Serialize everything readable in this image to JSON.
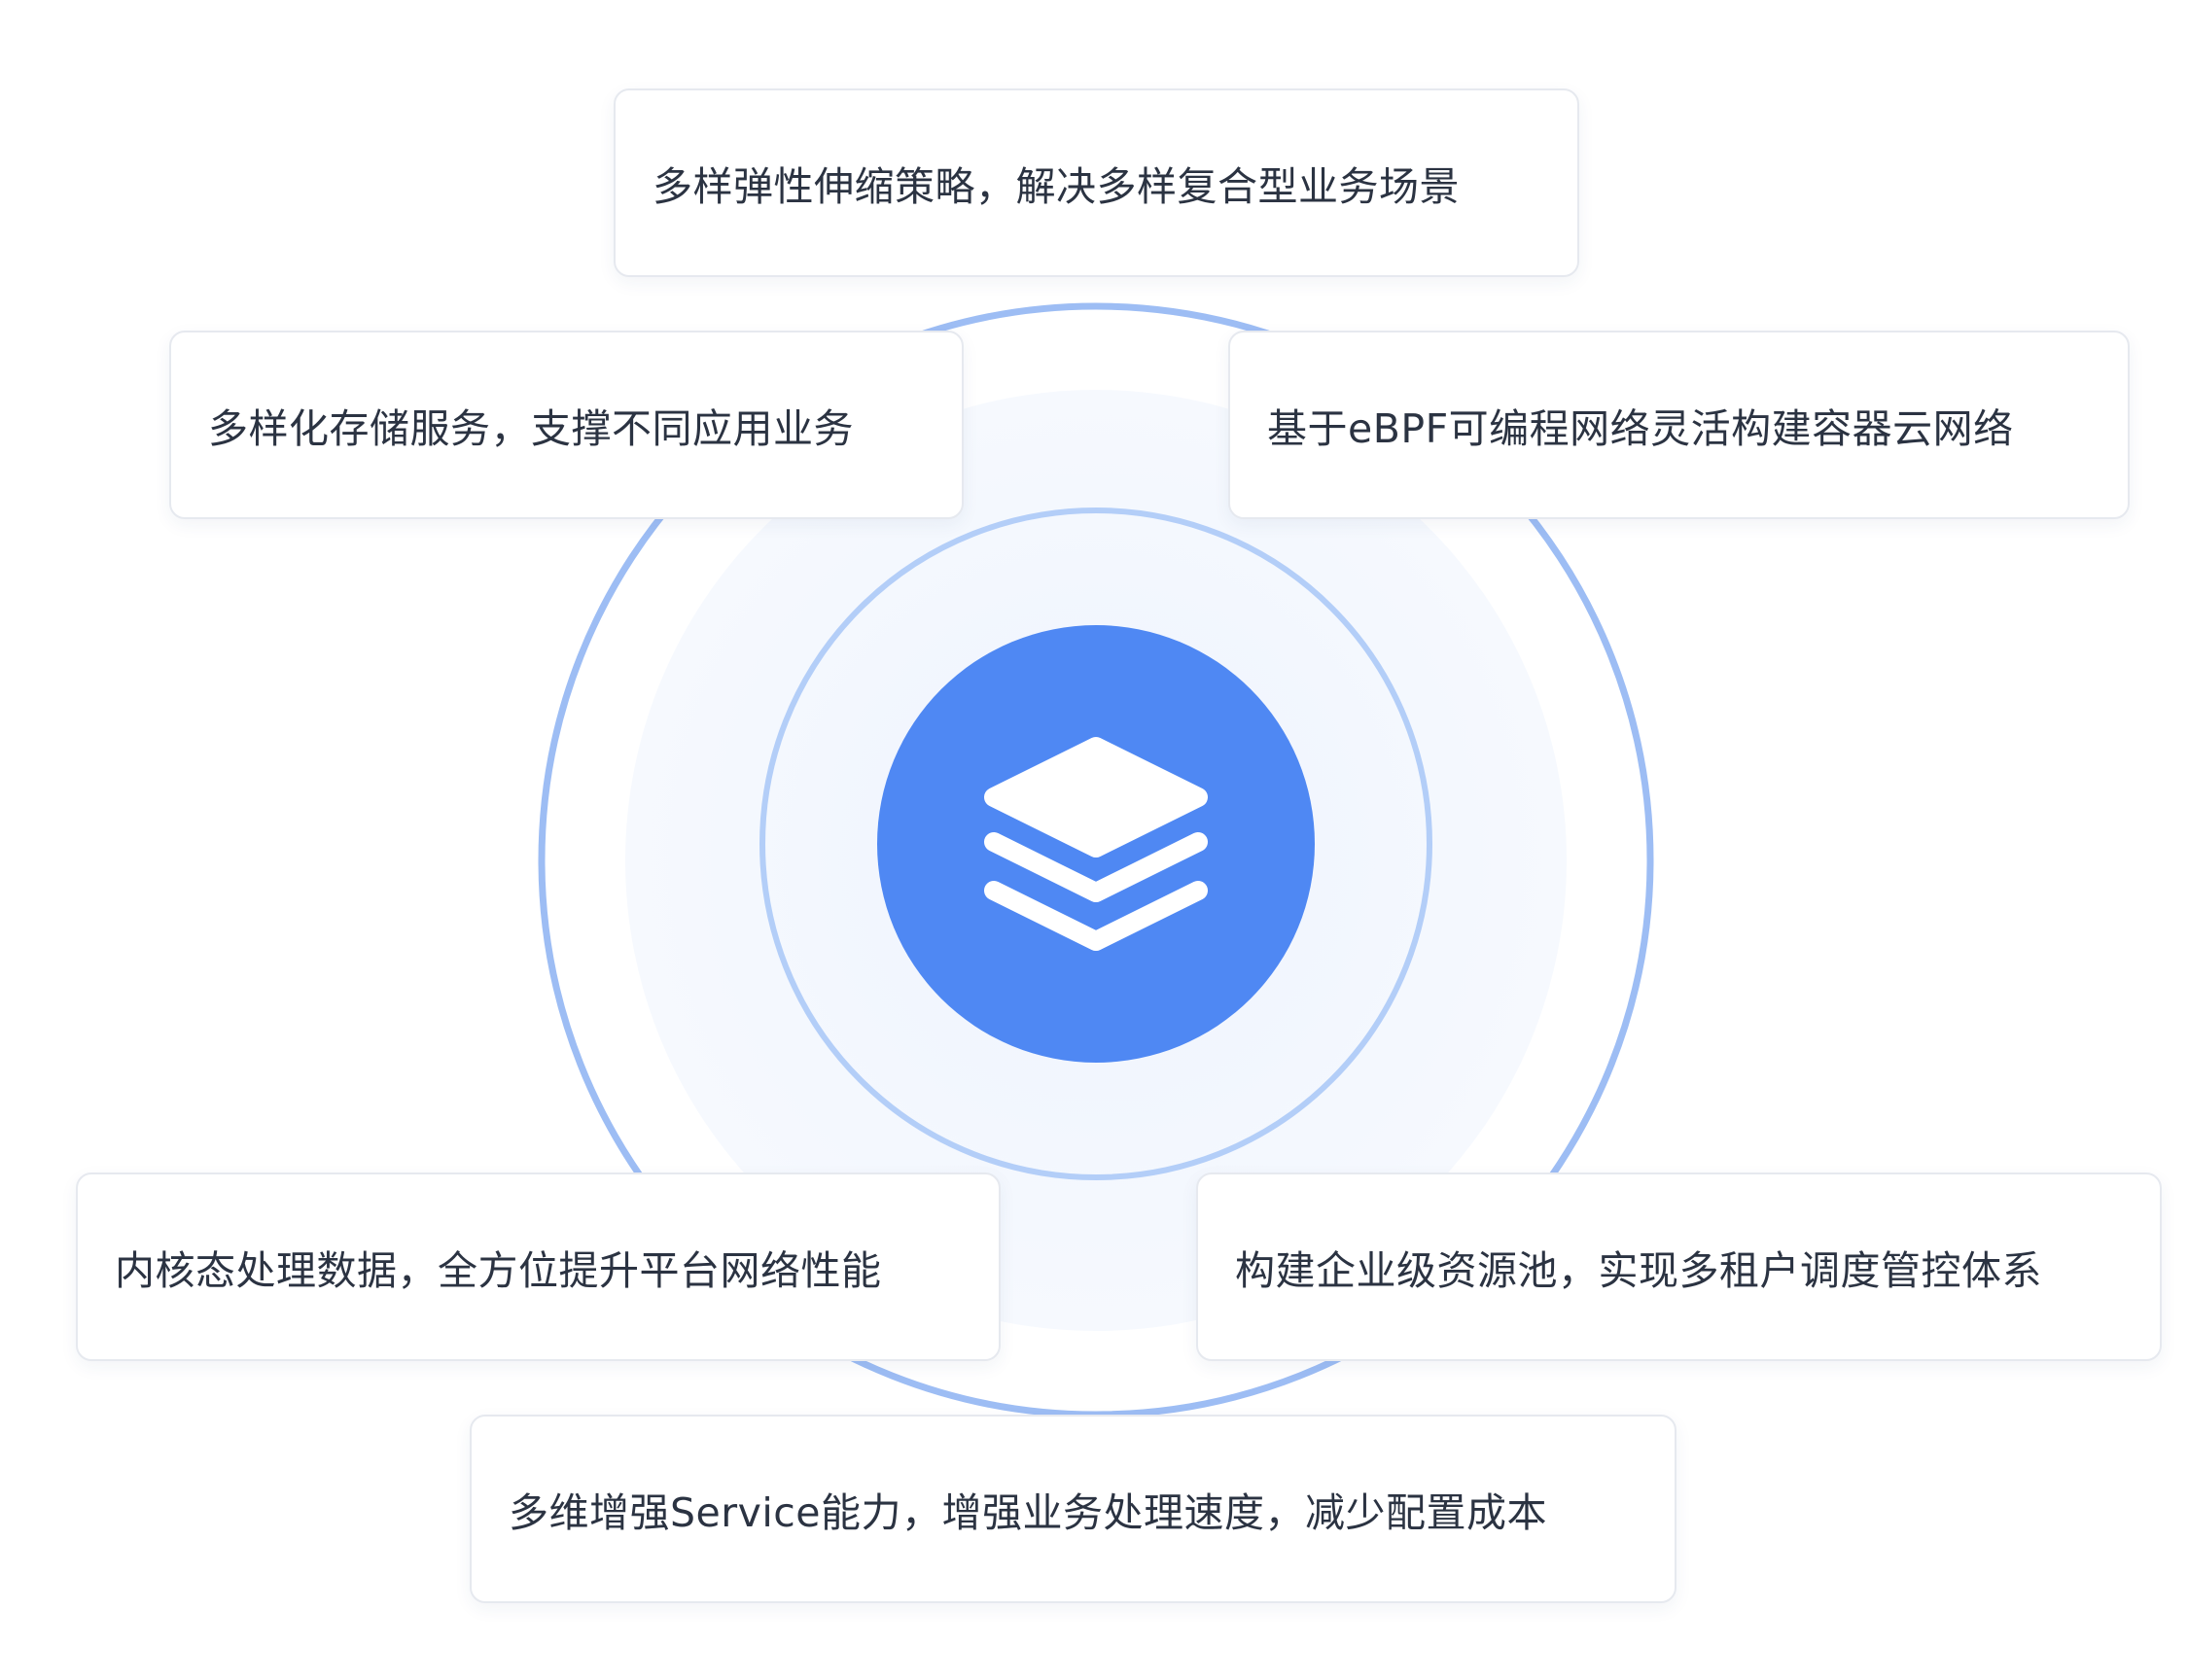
{
  "center": {
    "icon": "layers-icon",
    "accent_color": "#4f88f3",
    "ring_color": "#a9c6f7",
    "halo_color": "#f4f8fe"
  },
  "features": [
    {
      "text": "多样弹性伸缩策略，解决多样复合型业务场景"
    },
    {
      "text": "多样化存储服务，支撑不同应用业务"
    },
    {
      "text": "基于eBPF可编程网络灵活构建容器云网络"
    },
    {
      "text": "内核态处理数据，全方位提升平台网络性能"
    },
    {
      "text": "构建企业级资源池，实现多租户调度管控体系"
    },
    {
      "text": "多维增强Service能力，增强业务处理速度，减少配置成本"
    }
  ]
}
